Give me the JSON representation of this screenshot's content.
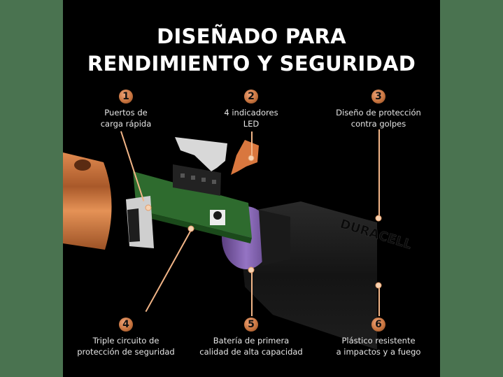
{
  "header": {
    "title_line1": "DISEÑADO PARA",
    "title_line2": "RENDIMIENTO Y SEGURIDAD"
  },
  "callouts": [
    {
      "number": "1",
      "line1": "Puertos de",
      "line2": "carga rápida"
    },
    {
      "number": "2",
      "line1": "4 indicadores",
      "line2": "LED"
    },
    {
      "number": "3",
      "line1": "Diseño de protección",
      "line2": "contra golpes"
    },
    {
      "number": "4",
      "line1": "Triple circuito de",
      "line2": "protección de seguridad"
    },
    {
      "number": "5",
      "line1": "Batería de primera",
      "line2": "calidad de alta capacidad"
    },
    {
      "number": "6",
      "line1": "Plástico resistente",
      "line2": "a impactos y a fuego"
    }
  ],
  "product": {
    "brand_text": "DURACELL"
  },
  "colors": {
    "side_border": "#4a7350",
    "background": "#000000",
    "accent_copper": "#c8743f",
    "leader_line": "#f2b587",
    "battery_purple": "#7e5aa8",
    "pcb_green": "#2e6b2e"
  }
}
